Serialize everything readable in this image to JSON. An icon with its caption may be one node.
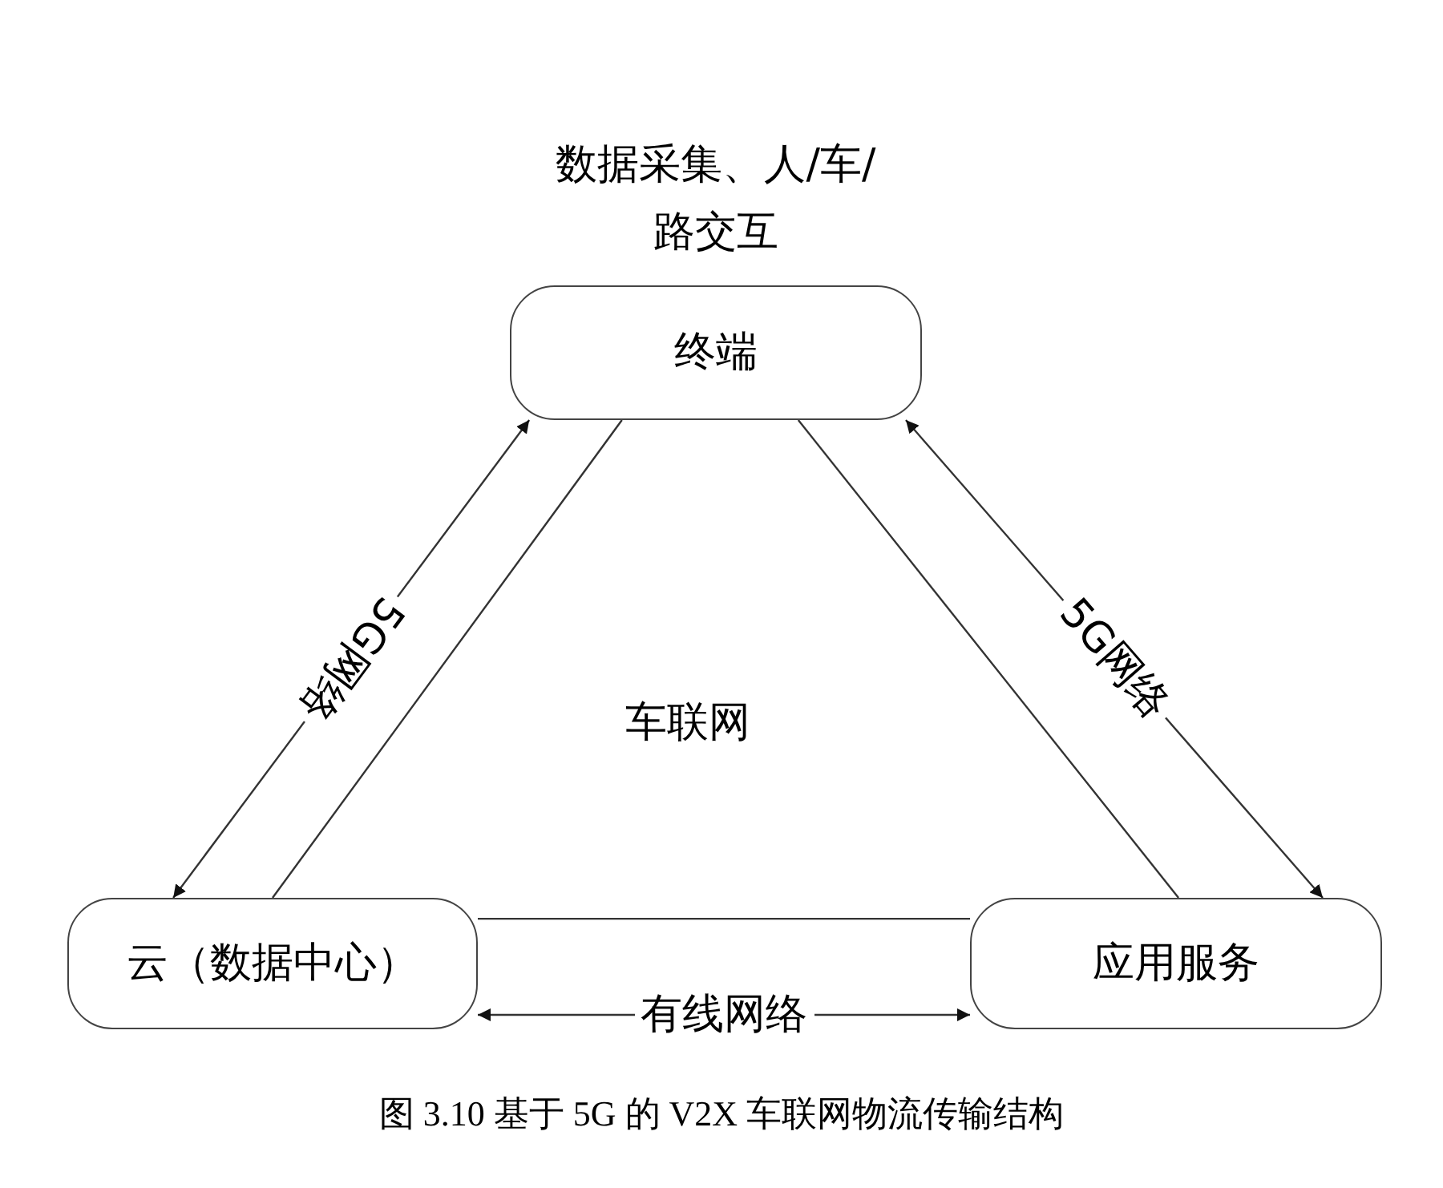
{
  "diagram": {
    "caption": "图 3.10 基于 5G 的 V2X 车联网物流传输结构",
    "nodes": [
      {
        "text": [
          "终端"
        ],
        "beside": [
          "数据采集、人/车/路交互"
        ]
      },
      {
        "text": [
          "云（数据中心）"
        ]
      },
      {
        "text": [
          "应用服务"
        ]
      }
    ],
    "edges": [
      {
        "from": 1,
        "to": 0,
        "arrow": "both",
        "label": "5G网络"
      },
      {
        "from": 0,
        "to": 2,
        "arrow": "both",
        "label": "5G网络"
      },
      {
        "from": 1,
        "to": 2,
        "arrow": "both",
        "label": "有线网络"
      },
      {
        "from": 0,
        "to": 1,
        "arrow": "none"
      },
      {
        "from": 0,
        "to": 2,
        "arrow": "none"
      },
      {
        "from": 1,
        "to": 2,
        "arrow": "none"
      }
    ],
    "labels": [
      "车联网"
    ]
  }
}
